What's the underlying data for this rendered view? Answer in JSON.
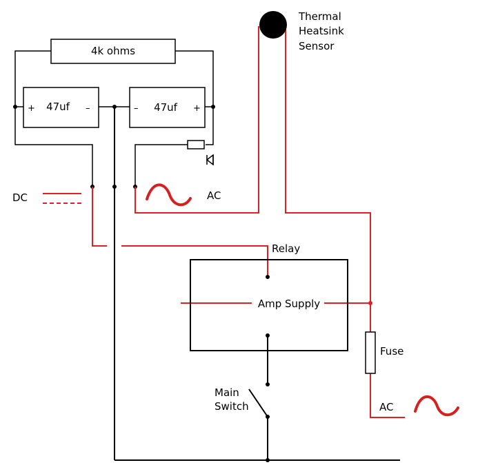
{
  "labels": {
    "resistor": "4k ohms",
    "cap_left": "47uf",
    "cap_right": "47uf",
    "plus": "+",
    "minus": "–",
    "dc": "DC",
    "ac_top": "AC",
    "ac_bottom": "AC",
    "thermal_line1": "Thermal",
    "thermal_line2": "Heatsink",
    "thermal_line3": "Sensor",
    "relay": "Relay",
    "amp_supply": "Amp Supply",
    "fuse": "Fuse",
    "main_switch_line1": "Main",
    "main_switch_line2": "Switch"
  },
  "colors": {
    "wire_black": "#000000",
    "wire_red": "#e02020",
    "ac_wave": "#d62020"
  }
}
